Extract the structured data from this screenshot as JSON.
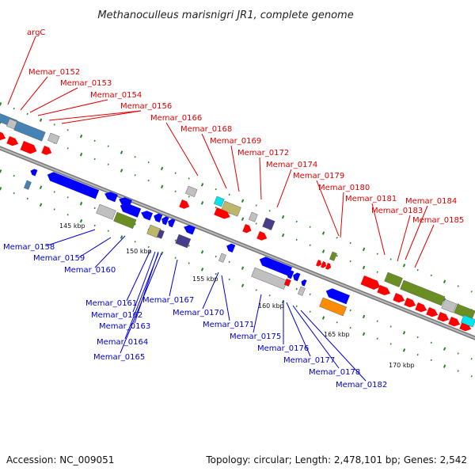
{
  "title": "Methanoculleus marisnigri JR1, complete genome",
  "footer": {
    "accession": "Accession: NC_009051",
    "summary": "Topology: circular; Length: 2,478,101 bp; Genes: 2,542"
  },
  "scale_ticks": [
    "145 kbp",
    "150 kbp",
    "155 kbp",
    "160 kbp",
    "165 kbp",
    "170 kbp"
  ],
  "labels_top": [
    "argC",
    "Memar_0152",
    "Memar_0153",
    "Memar_0154",
    "Memar_0156",
    "Memar_0166",
    "Memar_0168",
    "Memar_0169",
    "Memar_0172",
    "Memar_0174",
    "Memar_0179",
    "Memar_0180",
    "Memar_0181",
    "Memar_0183",
    "Memar_0184",
    "Memar_0185"
  ],
  "labels_bottom": [
    "Memar_0158",
    "Memar_0159",
    "Memar_0160",
    "Memar_0161",
    "Memar_0162",
    "Memar_0163",
    "Memar_0164",
    "Memar_0165",
    "Memar_0167",
    "Memar_0170",
    "Memar_0171",
    "Memar_0175",
    "Memar_0176",
    "Memar_0177",
    "Memar_0178",
    "Memar_0182"
  ],
  "colors": {
    "forward_strand": "#ff0000",
    "reverse_strand": "#0000ff",
    "label_forward": "#e00000",
    "label_reverse": "#0000cc",
    "backbone": "#888888",
    "gc_dots": "#228822",
    "steelblue": "#4682b4",
    "silver": "#c0c0c0",
    "olive": "#6b8e23",
    "khaki": "#bdb76b",
    "cyan": "#00e5ee",
    "slate": "#483d8b",
    "orange": "#ff8c00"
  }
}
